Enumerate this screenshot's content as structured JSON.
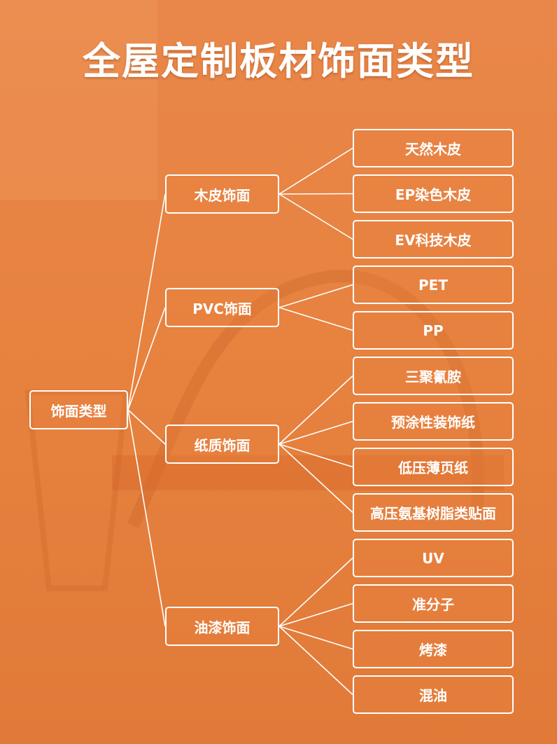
{
  "title": "全屋定制板材饰面类型",
  "root": "饰面类型",
  "categories": [
    {
      "label": "木皮饰面",
      "items": [
        "天然木皮",
        "EP染色木皮",
        "EV科技木皮"
      ]
    },
    {
      "label": "PVC饰面",
      "items": [
        "PET",
        "PP"
      ]
    },
    {
      "label": "纸质饰面",
      "items": [
        "三聚氰胺",
        "预涂性装饰纸",
        "低压薄页纸",
        "高压氨基树脂类贴面"
      ]
    },
    {
      "label": "油漆饰面",
      "items": [
        "UV",
        "准分子",
        "烤漆",
        "混油"
      ]
    }
  ],
  "colors": {
    "background": "#e7823f",
    "line": "#ffffff",
    "text": "#ffffff"
  }
}
